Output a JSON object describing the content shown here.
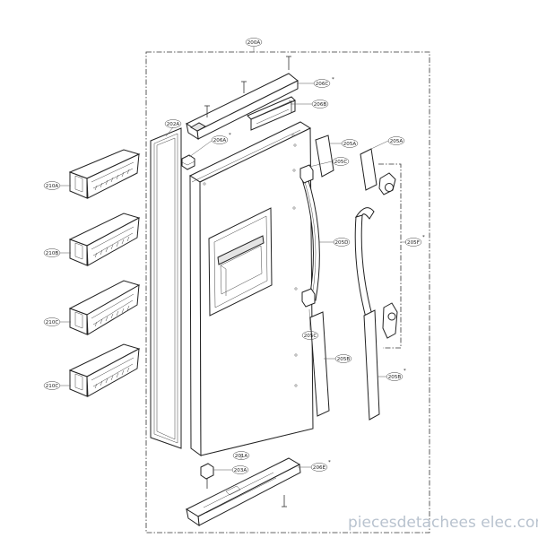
{
  "callouts": {
    "c200A": "200A",
    "c206C": "206C",
    "c206B": "206B",
    "c202A": "202A",
    "c206A": "206A",
    "c205A_1": "205A",
    "c205A_2": "205A",
    "c205C_top": "205C",
    "c205D": "205D",
    "c205F": "205F",
    "c205C_bot": "205C",
    "c205B_1": "205B",
    "c205B_2": "205B",
    "c201A": "201A",
    "c203A": "203A",
    "c206E": "206E",
    "c210A": "210A",
    "c210B": "210B",
    "c210C_1": "210C",
    "c210C_2": "210C"
  },
  "watermark": "piecesdetachees elec.com"
}
